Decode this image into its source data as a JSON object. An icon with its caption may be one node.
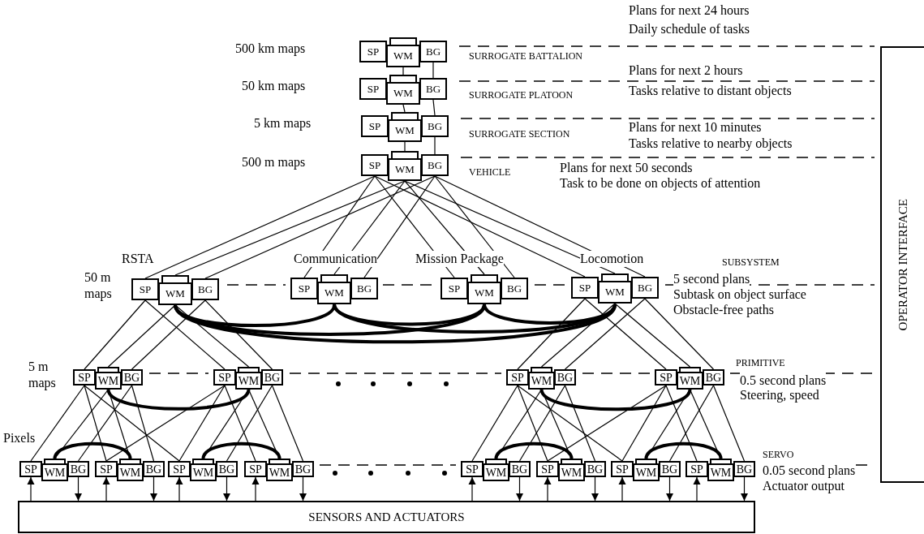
{
  "diagram": {
    "nodes": [
      {
        "text": [
          "SP"
        ]
      },
      {
        "text": [
          "WM"
        ]
      },
      {
        "text": [
          "BG"
        ]
      },
      {
        "text": [
          "SP"
        ]
      },
      {
        "text": [
          "WM"
        ]
      },
      {
        "text": [
          "BG"
        ]
      },
      {
        "text": [
          "SP"
        ]
      },
      {
        "text": [
          "WM"
        ]
      },
      {
        "text": [
          "BG"
        ]
      },
      {
        "text": [
          "SP"
        ]
      },
      {
        "text": [
          "WM"
        ]
      },
      {
        "text": [
          "BG"
        ]
      },
      {
        "text": [
          "SP"
        ]
      },
      {
        "text": [
          "WM"
        ]
      },
      {
        "text": [
          "BG"
        ]
      },
      {
        "text": [
          "SP"
        ]
      },
      {
        "text": [
          "WM"
        ]
      },
      {
        "text": [
          "BG"
        ]
      },
      {
        "text": [
          "SP"
        ]
      },
      {
        "text": [
          "WM"
        ]
      },
      {
        "text": [
          "BG"
        ]
      },
      {
        "text": [
          "SP"
        ]
      },
      {
        "text": [
          "WM"
        ]
      },
      {
        "text": [
          "BG"
        ]
      },
      {
        "text": [
          "SP"
        ]
      },
      {
        "text": [
          "WM"
        ]
      },
      {
        "text": [
          "BG"
        ]
      },
      {
        "text": [
          "SP"
        ]
      },
      {
        "text": [
          "WM"
        ]
      },
      {
        "text": [
          "BG"
        ]
      },
      {
        "text": [
          "SP"
        ]
      },
      {
        "text": [
          "WM"
        ]
      },
      {
        "text": [
          "BG"
        ]
      },
      {
        "text": [
          "SP"
        ]
      },
      {
        "text": [
          "WM"
        ]
      },
      {
        "text": [
          "BG"
        ]
      },
      {
        "text": [
          "SP"
        ]
      },
      {
        "text": [
          "WM"
        ]
      },
      {
        "text": [
          "BG"
        ]
      },
      {
        "text": [
          "SP"
        ]
      },
      {
        "text": [
          "WM"
        ]
      },
      {
        "text": [
          "BG"
        ]
      },
      {
        "text": [
          "SP"
        ]
      },
      {
        "text": [
          "WM"
        ]
      },
      {
        "text": [
          "BG"
        ]
      },
      {
        "text": [
          "SP"
        ]
      },
      {
        "text": [
          "WM"
        ]
      },
      {
        "text": [
          "BG"
        ]
      },
      {
        "text": [
          "SP"
        ]
      },
      {
        "text": [
          "WM"
        ]
      },
      {
        "text": [
          "BG"
        ]
      },
      {
        "text": [
          "SP"
        ]
      },
      {
        "text": [
          "WM"
        ]
      },
      {
        "text": [
          "BG"
        ]
      },
      {
        "text": [
          "SP"
        ]
      },
      {
        "text": [
          "WM"
        ]
      },
      {
        "text": [
          "BG"
        ]
      },
      {
        "text": [
          "SP"
        ]
      },
      {
        "text": [
          "WM"
        ]
      },
      {
        "text": [
          "BG"
        ]
      },
      {
        "text": [
          "OPERATOR INTERFACE"
        ]
      },
      {
        "text": [
          "SENSORS AND ACTUATORS"
        ]
      }
    ],
    "edges": [
      {
        "from": 1,
        "to": 4,
        "arrow": "none"
      },
      {
        "from": 4,
        "to": 7,
        "arrow": "none"
      },
      {
        "from": 7,
        "to": 10,
        "arrow": "none"
      },
      {
        "from": 2,
        "to": 5,
        "arrow": "none"
      },
      {
        "from": 5,
        "to": 8,
        "arrow": "none"
      },
      {
        "from": 8,
        "to": 11,
        "arrow": "none"
      },
      {
        "from": 9,
        "to": 12,
        "arrow": "none"
      },
      {
        "from": 9,
        "to": 15,
        "arrow": "none"
      },
      {
        "from": 9,
        "to": 18,
        "arrow": "none"
      },
      {
        "from": 9,
        "to": 21,
        "arrow": "none"
      },
      {
        "from": 10,
        "to": 13,
        "arrow": "none"
      },
      {
        "from": 10,
        "to": 16,
        "arrow": "none"
      },
      {
        "from": 10,
        "to": 19,
        "arrow": "none"
      },
      {
        "from": 10,
        "to": 22,
        "arrow": "none"
      },
      {
        "from": 11,
        "to": 14,
        "arrow": "none"
      },
      {
        "from": 11,
        "to": 17,
        "arrow": "none"
      },
      {
        "from": 11,
        "to": 20,
        "arrow": "none"
      },
      {
        "from": 11,
        "to": 23,
        "arrow": "none"
      },
      {
        "from": 13,
        "to": 16,
        "arrow": "none",
        "style": "thick"
      },
      {
        "from": 13,
        "to": 19,
        "arrow": "none",
        "style": "thick"
      },
      {
        "from": 13,
        "to": 22,
        "arrow": "none",
        "style": "thick"
      },
      {
        "from": 16,
        "to": 19,
        "arrow": "none",
        "style": "thick"
      },
      {
        "from": 16,
        "to": 22,
        "arrow": "none",
        "style": "thick"
      },
      {
        "from": 19,
        "to": 22,
        "arrow": "none",
        "style": "thick"
      },
      {
        "from": 12,
        "to": 24,
        "arrow": "none"
      },
      {
        "from": 12,
        "to": 27,
        "arrow": "none"
      },
      {
        "from": 13,
        "to": 25,
        "arrow": "none"
      },
      {
        "from": 13,
        "to": 28,
        "arrow": "none"
      },
      {
        "from": 14,
        "to": 26,
        "arrow": "none"
      },
      {
        "from": 14,
        "to": 29,
        "arrow": "none"
      },
      {
        "from": 21,
        "to": 30,
        "arrow": "none"
      },
      {
        "from": 21,
        "to": 33,
        "arrow": "none"
      },
      {
        "from": 22,
        "to": 31,
        "arrow": "none"
      },
      {
        "from": 22,
        "to": 34,
        "arrow": "none"
      },
      {
        "from": 23,
        "to": 32,
        "arrow": "none"
      },
      {
        "from": 23,
        "to": 35,
        "arrow": "none"
      },
      {
        "from": 25,
        "to": 28,
        "arrow": "none",
        "style": "thick"
      },
      {
        "from": 31,
        "to": 34,
        "arrow": "none",
        "style": "thick"
      },
      {
        "from": 24,
        "to": 36,
        "arrow": "none"
      },
      {
        "from": 24,
        "to": 39,
        "arrow": "none"
      },
      {
        "from": 24,
        "to": 42,
        "arrow": "none"
      },
      {
        "from": 25,
        "to": 37,
        "arrow": "none"
      },
      {
        "from": 25,
        "to": 40,
        "arrow": "none"
      },
      {
        "from": 26,
        "to": 38,
        "arrow": "none"
      },
      {
        "from": 26,
        "to": 41,
        "arrow": "none"
      },
      {
        "from": 27,
        "to": 39,
        "arrow": "none"
      },
      {
        "from": 27,
        "to": 42,
        "arrow": "none"
      },
      {
        "from": 27,
        "to": 45,
        "arrow": "none"
      },
      {
        "from": 28,
        "to": 43,
        "arrow": "none"
      },
      {
        "from": 28,
        "to": 46,
        "arrow": "none"
      },
      {
        "from": 29,
        "to": 44,
        "arrow": "none"
      },
      {
        "from": 29,
        "to": 47,
        "arrow": "none"
      },
      {
        "from": 30,
        "to": 48,
        "arrow": "none"
      },
      {
        "from": 30,
        "to": 51,
        "arrow": "none"
      },
      {
        "from": 30,
        "to": 54,
        "arrow": "none"
      },
      {
        "from": 31,
        "to": 49,
        "arrow": "none"
      },
      {
        "from": 31,
        "to": 52,
        "arrow": "none"
      },
      {
        "from": 32,
        "to": 50,
        "arrow": "none"
      },
      {
        "from": 32,
        "to": 53,
        "arrow": "none"
      },
      {
        "from": 33,
        "to": 51,
        "arrow": "none"
      },
      {
        "from": 33,
        "to": 54,
        "arrow": "none"
      },
      {
        "from": 33,
        "to": 57,
        "arrow": "none"
      },
      {
        "from": 34,
        "to": 55,
        "arrow": "none"
      },
      {
        "from": 34,
        "to": 58,
        "arrow": "none"
      },
      {
        "from": 35,
        "to": 56,
        "arrow": "none"
      },
      {
        "from": 35,
        "to": 59,
        "arrow": "none"
      },
      {
        "from": 37,
        "to": 40,
        "arrow": "none",
        "style": "thick"
      },
      {
        "from": 43,
        "to": 46,
        "arrow": "none",
        "style": "thick"
      },
      {
        "from": 49,
        "to": 52,
        "arrow": "none",
        "style": "thick"
      },
      {
        "from": 55,
        "to": 58,
        "arrow": "none",
        "style": "thick"
      },
      {
        "from": 61,
        "to": 36,
        "arrow": "to"
      },
      {
        "from": 61,
        "to": 39,
        "arrow": "to"
      },
      {
        "from": 61,
        "to": 42,
        "arrow": "to"
      },
      {
        "from": 61,
        "to": 45,
        "arrow": "to"
      },
      {
        "from": 61,
        "to": 48,
        "arrow": "to"
      },
      {
        "from": 61,
        "to": 51,
        "arrow": "to"
      },
      {
        "from": 61,
        "to": 54,
        "arrow": "to"
      },
      {
        "from": 61,
        "to": 57,
        "arrow": "to"
      },
      {
        "from": 38,
        "to": 61,
        "arrow": "to"
      },
      {
        "from": 41,
        "to": 61,
        "arrow": "to"
      },
      {
        "from": 44,
        "to": 61,
        "arrow": "to"
      },
      {
        "from": 47,
        "to": 61,
        "arrow": "to"
      },
      {
        "from": 50,
        "to": 61,
        "arrow": "to"
      },
      {
        "from": 53,
        "to": 61,
        "arrow": "to"
      },
      {
        "from": 56,
        "to": 61,
        "arrow": "to"
      },
      {
        "from": 59,
        "to": 61,
        "arrow": "to"
      }
    ],
    "labels": [
      "Plans for next 24 hours",
      "Daily schedule of tasks",
      "500 km maps",
      "SURROGATE BATTALION",
      "Plans for next 2 hours",
      "50 km maps",
      "Tasks relative to distant objects",
      "SURROGATE PLATOON",
      "5 km maps",
      "Plans for next 10 minutes",
      "SURROGATE SECTION",
      "Tasks relative to nearby objects",
      "500 m maps",
      "VEHICLE",
      "Plans for next 50 seconds",
      "Task to be done on objects of attention",
      "RSTA",
      "Communication",
      "Mission Package",
      "Locomotion",
      "SUBSYSTEM",
      "50 m maps",
      "5 second plans",
      "Subtask on object surface",
      "Obstacle-free paths",
      "5 m maps",
      "PRIMITIVE",
      "0.5 second plans",
      "Steering, speed",
      "Pixels",
      "SERVO",
      "0.05 second plans",
      "Actuator output"
    ]
  }
}
